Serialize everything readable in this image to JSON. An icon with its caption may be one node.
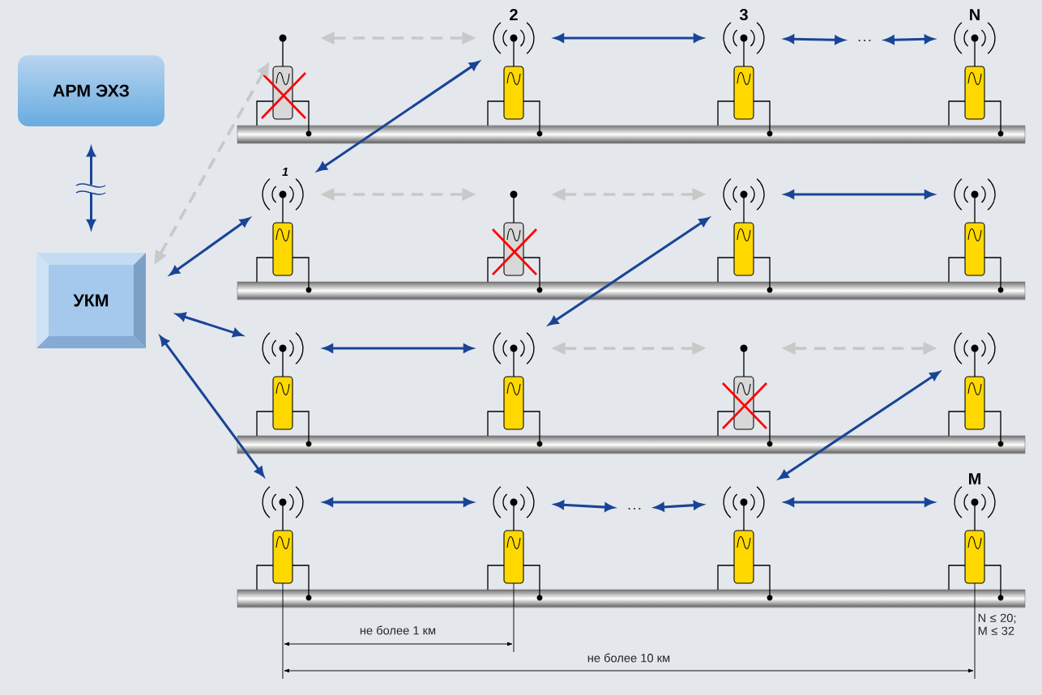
{
  "diagram": {
    "nodes": [
      {
        "text": [
          "АРМ ЭХЗ"
        ]
      },
      {
        "text": [
          "УКМ"
        ]
      },
      {
        "text": [],
        "shape": "picture"
      },
      {
        "text": [],
        "shape": "picture",
        "beside": [
          "2"
        ]
      },
      {
        "text": [],
        "shape": "picture",
        "beside": [
          "3"
        ]
      },
      {
        "text": [
          "…"
        ]
      },
      {
        "text": [],
        "shape": "picture",
        "beside": [
          "N"
        ]
      },
      {
        "text": [],
        "shape": "picture",
        "beside": [
          "1"
        ]
      },
      {
        "text": [],
        "shape": "picture"
      },
      {
        "text": [],
        "shape": "picture"
      },
      {
        "text": [],
        "shape": "picture"
      },
      {
        "text": [],
        "shape": "picture"
      },
      {
        "text": [],
        "shape": "picture"
      },
      {
        "text": [],
        "shape": "picture"
      },
      {
        "text": [],
        "shape": "picture"
      },
      {
        "text": [],
        "shape": "picture"
      },
      {
        "text": [],
        "shape": "picture"
      },
      {
        "text": [
          "…"
        ]
      },
      {
        "text": [],
        "shape": "picture"
      },
      {
        "text": [],
        "shape": "picture",
        "beside": [
          "M"
        ]
      }
    ],
    "edges": [
      {
        "from": 0,
        "to": 1,
        "arrow": "both"
      },
      {
        "from": 1,
        "to": 2,
        "arrow": "both",
        "style": "dashed",
        "color": "#c8c8c8"
      },
      {
        "from": 2,
        "to": 3,
        "arrow": "both",
        "style": "dashed",
        "color": "#c8c8c8"
      },
      {
        "from": 3,
        "to": 7,
        "arrow": "both"
      },
      {
        "from": 3,
        "to": 4,
        "arrow": "both"
      },
      {
        "from": 4,
        "to": 5,
        "arrow": "both"
      },
      {
        "from": 5,
        "to": 6,
        "arrow": "both"
      },
      {
        "from": 1,
        "to": 7,
        "arrow": "both"
      },
      {
        "from": 7,
        "to": 8,
        "arrow": "both",
        "style": "dashed",
        "color": "#c8c8c8"
      },
      {
        "from": 8,
        "to": 9,
        "arrow": "both",
        "style": "dashed",
        "color": "#c8c8c8"
      },
      {
        "from": 9,
        "to": 10,
        "arrow": "both"
      },
      {
        "from": 9,
        "to": 12,
        "arrow": "both"
      },
      {
        "from": 1,
        "to": 11,
        "arrow": "both"
      },
      {
        "from": 11,
        "to": 12,
        "arrow": "both"
      },
      {
        "from": 12,
        "to": 13,
        "arrow": "both",
        "style": "dashed",
        "color": "#c8c8c8"
      },
      {
        "from": 13,
        "to": 14,
        "arrow": "both",
        "style": "dashed",
        "color": "#c8c8c8"
      },
      {
        "from": 14,
        "to": 18,
        "arrow": "both"
      },
      {
        "from": 1,
        "to": 15,
        "arrow": "both"
      },
      {
        "from": 15,
        "to": 16,
        "arrow": "both"
      },
      {
        "from": 16,
        "to": 17,
        "arrow": "both"
      },
      {
        "from": 17,
        "to": 18,
        "arrow": "both"
      },
      {
        "from": 18,
        "to": 19,
        "arrow": "both"
      }
    ],
    "labels": [
      "не более 1 км",
      "не более 10 км",
      "N ≤ 20; M ≤ 32"
    ]
  }
}
